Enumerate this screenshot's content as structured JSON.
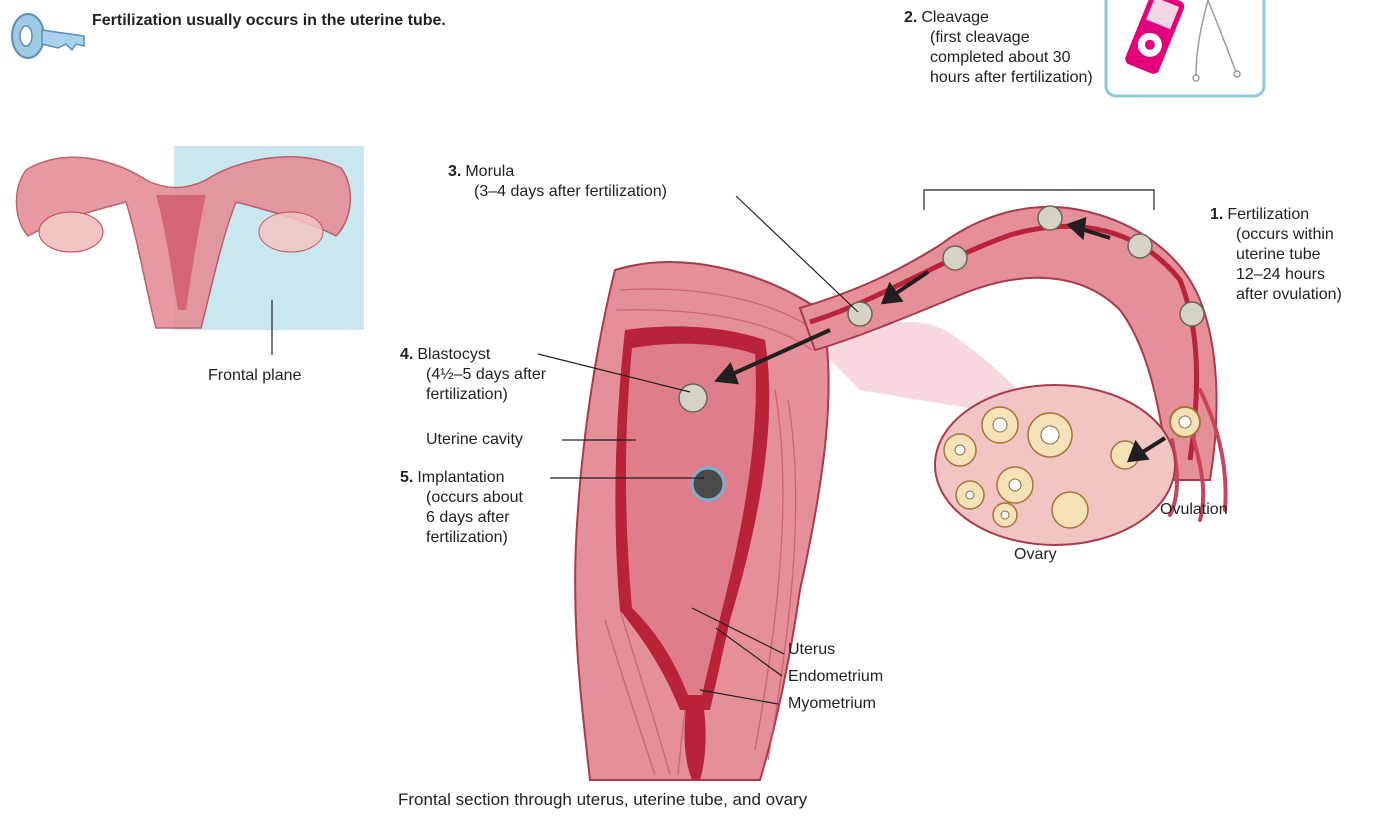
{
  "header": {
    "title": "Fertilization usually occurs in the uterine tube."
  },
  "icons": {
    "key": "key-icon",
    "media_player": "media-player-icon"
  },
  "inset": {
    "label": "Frontal plane"
  },
  "labels": {
    "fertilization": {
      "num": "1.",
      "lines": [
        "Fertilization",
        "(occurs within",
        "uterine tube",
        "12–24 hours",
        "after ovulation)"
      ]
    },
    "cleavage": {
      "num": "2.",
      "lines": [
        "Cleavage",
        "(first cleavage",
        "completed about 30",
        "hours after fertilization)"
      ]
    },
    "morula": {
      "num": "3.",
      "lines": [
        "Morula",
        "(3–4 days after fertilization)"
      ]
    },
    "blastocyst": {
      "num": "4.",
      "lines": [
        "Blastocyst",
        "(4½–5 days after",
        "fertilization)"
      ]
    },
    "uterine_cavity": "Uterine cavity",
    "implantation": {
      "num": "5.",
      "lines": [
        "Implantation",
        "(occurs about",
        "6 days after",
        "fertilization)"
      ]
    },
    "ovary": "Ovary",
    "ovulation": "Ovulation",
    "uterus": "Uterus",
    "endometrium": "Endometrium",
    "myometrium": "Myometrium"
  },
  "caption": "Frontal section through uterus, uterine tube, and ovary",
  "colors": {
    "tissue": "#e58f98",
    "tissue_dark": "#c9445a",
    "endometrium": "#b8233a",
    "ovary": "#f1c5c3",
    "inset_plane": "#bfe3ec",
    "player_pink": "#e4007c",
    "player_frame": "#8fc8dc"
  }
}
